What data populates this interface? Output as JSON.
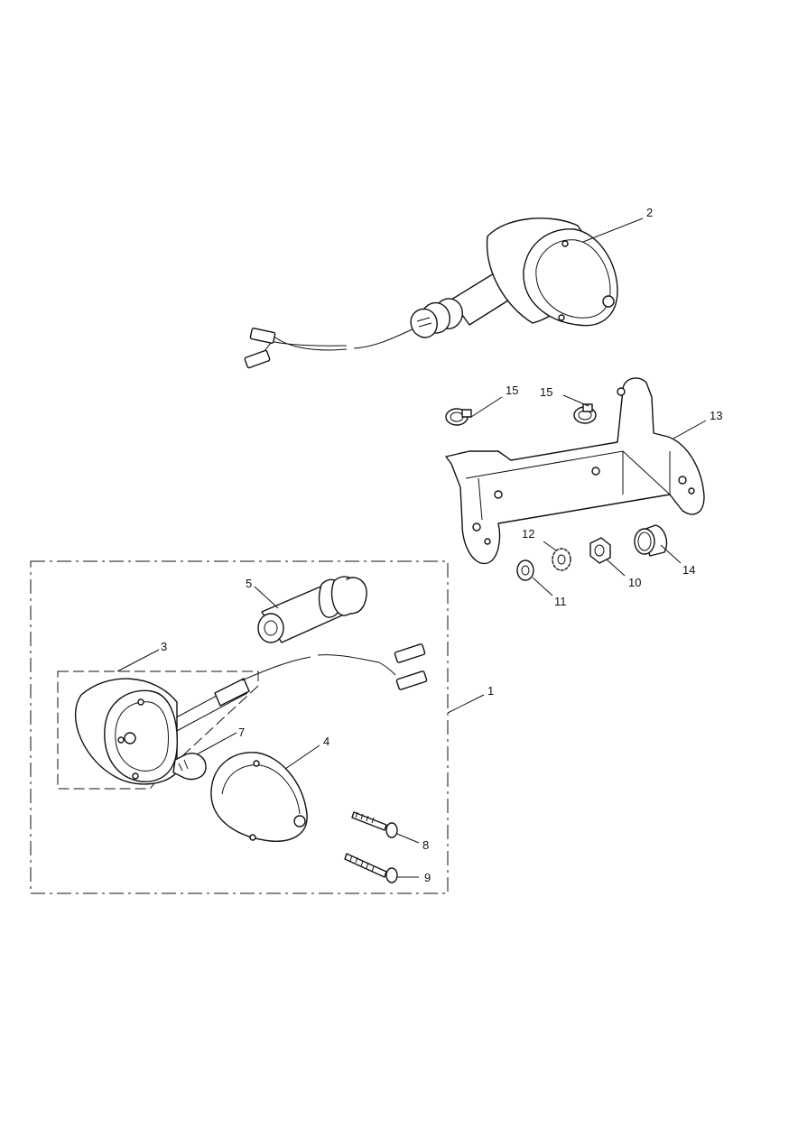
{
  "callouts": {
    "c1": "1",
    "c2": "2",
    "c3": "3",
    "c4": "4",
    "c5": "5",
    "c7": "7",
    "c8": "8",
    "c9": "9",
    "c10": "10",
    "c11": "11",
    "c12": "12",
    "c13": "13",
    "c14": "14",
    "c15a": "15",
    "c15b": "15"
  }
}
